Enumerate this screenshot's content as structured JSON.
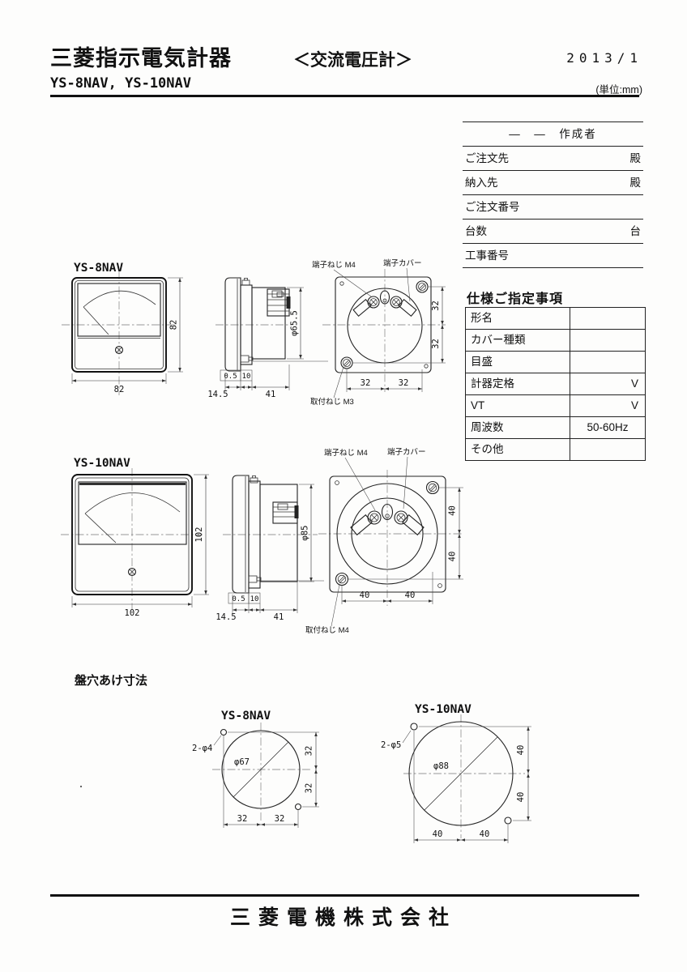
{
  "header": {
    "title": "三菱指示電気計器",
    "product": "＜交流電圧計＞",
    "date": "2013/1",
    "models": "YS-8NAV, YS-10NAV",
    "unit": "(単位:mm)"
  },
  "order_table": {
    "rows": [
      {
        "label": "",
        "center": "—　—　作成者",
        "suffix": ""
      },
      {
        "label": "ご注文先",
        "center": "",
        "suffix": "殿"
      },
      {
        "label": "納入先",
        "center": "",
        "suffix": "殿"
      },
      {
        "label": "ご注文番号",
        "center": "",
        "suffix": ""
      },
      {
        "label": "台数",
        "center": "",
        "suffix": "台"
      },
      {
        "label": "工事番号",
        "center": "",
        "suffix": ""
      }
    ]
  },
  "spec_table": {
    "title": "仕様ご指定事項",
    "rows": [
      {
        "label": "形名",
        "value": ""
      },
      {
        "label": "カバー種類",
        "value": ""
      },
      {
        "label": "目盛",
        "value": ""
      },
      {
        "label": "計器定格",
        "value": "V"
      },
      {
        "label": "VT",
        "value": "V"
      },
      {
        "label": "周波数",
        "value": "50-60Hz"
      },
      {
        "label": "その他",
        "value": ""
      }
    ]
  },
  "drawing8": {
    "model": "YS-8NAV",
    "front_w": "82",
    "front_h": "82",
    "depth": "14.5",
    "gap": "0.5",
    "panel": "10",
    "body_len": "41",
    "body_dia": "φ65.5",
    "terminal_screw": "端子ねじ M4",
    "terminal_cover": "端子カバー",
    "mount_screw": "取付ねじ M3",
    "pitch_r1": "32",
    "pitch_r2": "32",
    "pitch_b1": "32",
    "pitch_b2": "32"
  },
  "drawing10": {
    "model": "YS-10NAV",
    "front_w": "102",
    "front_h": "102",
    "depth": "14.5",
    "gap": "0.5",
    "panel": "10",
    "body_len": "41",
    "body_dia": "φ85",
    "terminal_screw": "端子ねじ M4",
    "terminal_cover": "端子カバー",
    "mount_screw": "取付ねじ M4",
    "pitch_r1": "40",
    "pitch_r2": "40",
    "pitch_b1": "40",
    "pitch_b2": "40"
  },
  "holes": {
    "title": "盤穴あけ寸法",
    "h8": {
      "model": "YS-8NAV",
      "holes": "2-φ4",
      "dia": "φ67",
      "v1": "32",
      "v2": "32",
      "b1": "32",
      "b2": "32"
    },
    "h10": {
      "model": "YS-10NAV",
      "holes": "2-φ5",
      "dia": "φ88",
      "v1": "40",
      "v2": "40",
      "b1": "40",
      "b2": "40"
    }
  },
  "footer": {
    "company": "三菱電機株式会社"
  }
}
